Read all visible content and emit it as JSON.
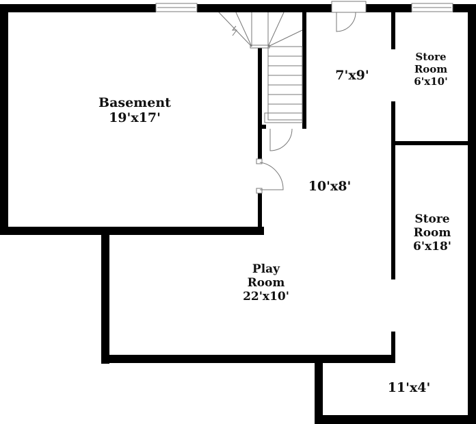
{
  "rooms": [
    {
      "name": "Basement",
      "size": "19'x17'"
    },
    {
      "name": "",
      "size": "7'x9'"
    },
    {
      "name": "Store Room",
      "size": "6'x10'"
    },
    {
      "name": "",
      "size": "10'x8'"
    },
    {
      "name": "Store Room",
      "size": "6'x18'"
    },
    {
      "name": "Play Room",
      "size": "22'x10'"
    },
    {
      "name": "",
      "size": "11'x4'"
    }
  ]
}
